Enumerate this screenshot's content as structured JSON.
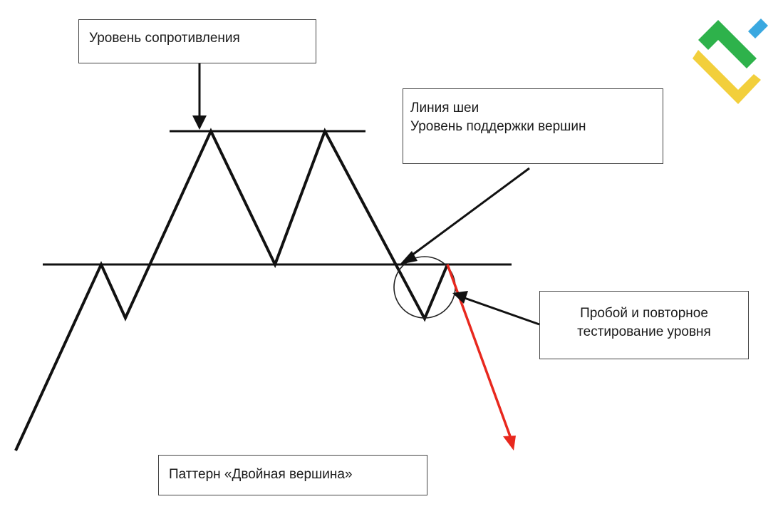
{
  "labels": {
    "resistance_level": "Уровень сопротивления",
    "neckline_lines": [
      "Линия шеи",
      "Уровень поддержки вершин"
    ],
    "breakout_retest_lines": [
      "Пробой и повторное",
      "тестирование уровня"
    ],
    "pattern_title": "Паттерн «Двойная вершина»"
  },
  "logo": {
    "colors": {
      "green": "#2eb24b",
      "yellow": "#f2cf3c",
      "blue": "#3aa8e0"
    }
  },
  "colors": {
    "line": "#111111",
    "breakdown_arrow": "#e8281e",
    "box_border": "#444444"
  }
}
